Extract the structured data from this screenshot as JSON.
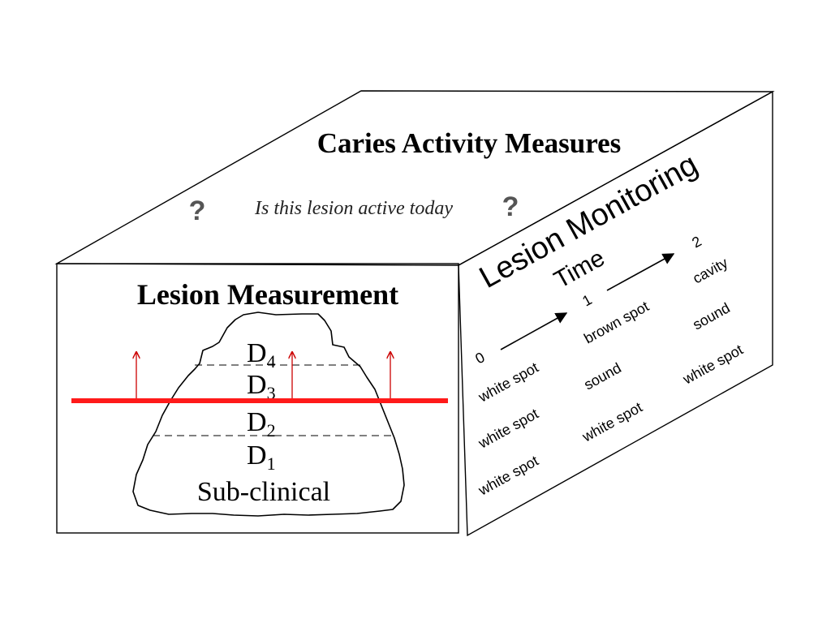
{
  "top_face": {
    "title": "Caries Activity Measures",
    "question_mark_left": "?",
    "question": "Is this lesion active today",
    "question_mark_right": "?"
  },
  "front_face": {
    "title": "Lesion Measurement",
    "levels": [
      {
        "letter": "D",
        "sub": "4"
      },
      {
        "letter": "D",
        "sub": "3"
      },
      {
        "letter": "D",
        "sub": "2"
      },
      {
        "letter": "D",
        "sub": "1"
      }
    ],
    "subclinical_label": "Sub-clinical",
    "threshold_color": "#ff1a1a",
    "arrow_color": "#cc0000"
  },
  "side_face": {
    "title": "Lesion Monitoring",
    "time_label": "Time",
    "time_points": [
      "0",
      "1",
      "2"
    ],
    "rows": [
      [
        "white spot",
        "brown spot",
        "cavity"
      ],
      [
        "white spot",
        "sound",
        "sound"
      ],
      [
        "white spot",
        "white spot",
        "white spot"
      ]
    ]
  }
}
